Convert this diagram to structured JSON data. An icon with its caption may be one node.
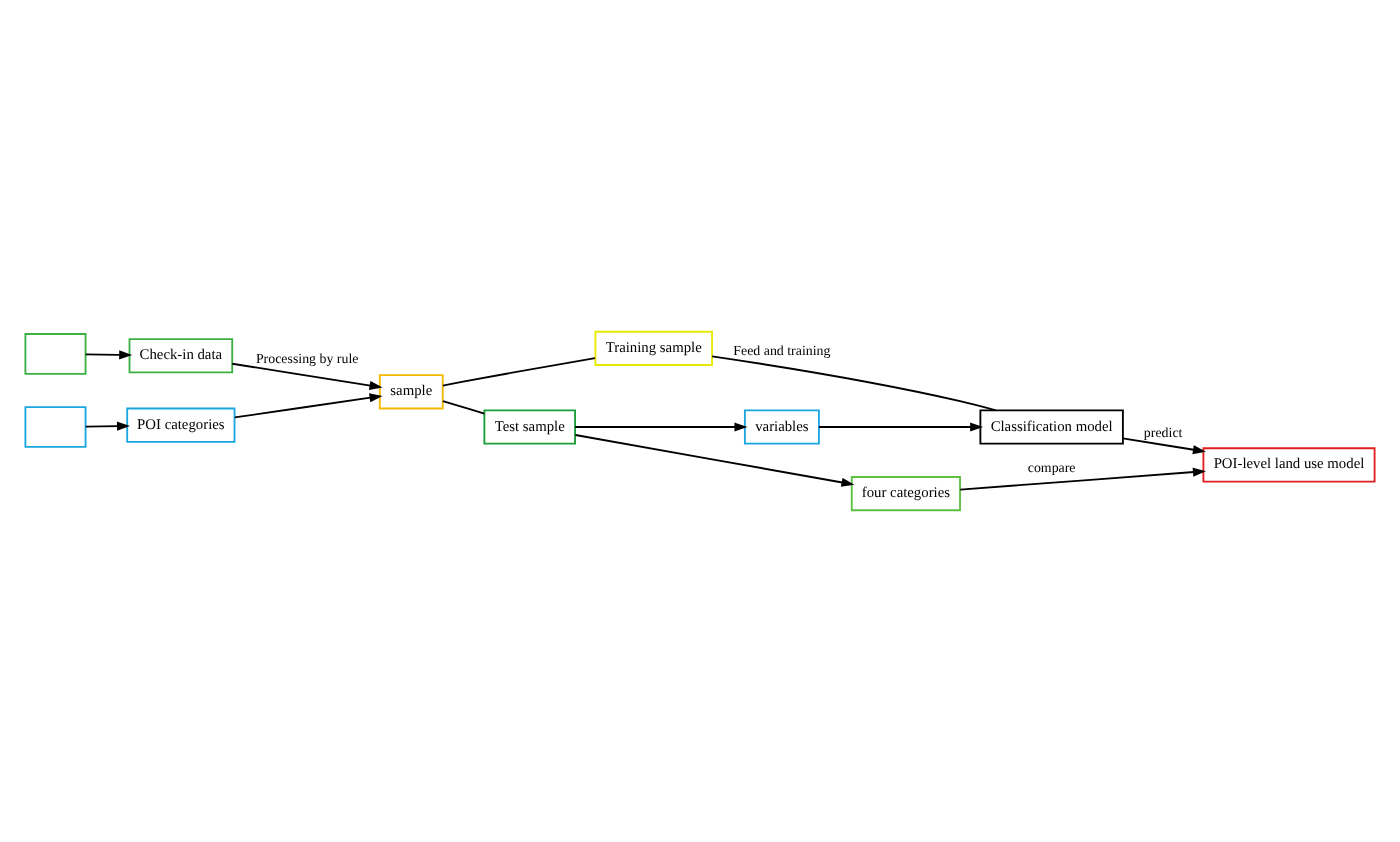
{
  "diagram": {
    "nodes": [
      {
        "text": [],
        "shape": "box"
      },
      {
        "text": [
          "Check-in data"
        ]
      },
      {
        "text": [],
        "shape": "box"
      },
      {
        "text": [
          "POI categories"
        ]
      },
      {
        "text": [
          "sample"
        ]
      },
      {
        "text": [
          "Classification model"
        ]
      },
      {
        "text": [
          "Training sample"
        ]
      },
      {
        "text": [
          "variables"
        ]
      },
      {
        "text": [
          "Test sample"
        ]
      },
      {
        "text": [
          "POI-level land use model"
        ]
      },
      {
        "text": [
          "four categories"
        ]
      }
    ],
    "edges": [
      {
        "from": 0,
        "to": 1,
        "arrow": "to"
      },
      {
        "from": 2,
        "to": 3,
        "arrow": "to"
      },
      {
        "from": 1,
        "to": 4,
        "arrow": "to",
        "label": "Processing by rule"
      },
      {
        "from": 3,
        "to": 4,
        "arrow": "to"
      },
      {
        "from": 4,
        "to": 6,
        "arrow": "none"
      },
      {
        "from": 4,
        "to": 8,
        "arrow": "none"
      },
      {
        "from": 6,
        "to": 5,
        "arrow": "none",
        "label": "Feed and training"
      },
      {
        "from": 8,
        "to": 7,
        "arrow": "to"
      },
      {
        "from": 8,
        "to": 10,
        "arrow": "to"
      },
      {
        "from": 7,
        "to": 5,
        "arrow": "to"
      },
      {
        "from": 5,
        "to": 9,
        "arrow": "to",
        "label": "predict"
      },
      {
        "from": 10,
        "to": 9,
        "arrow": "to",
        "label": "compare"
      }
    ]
  }
}
